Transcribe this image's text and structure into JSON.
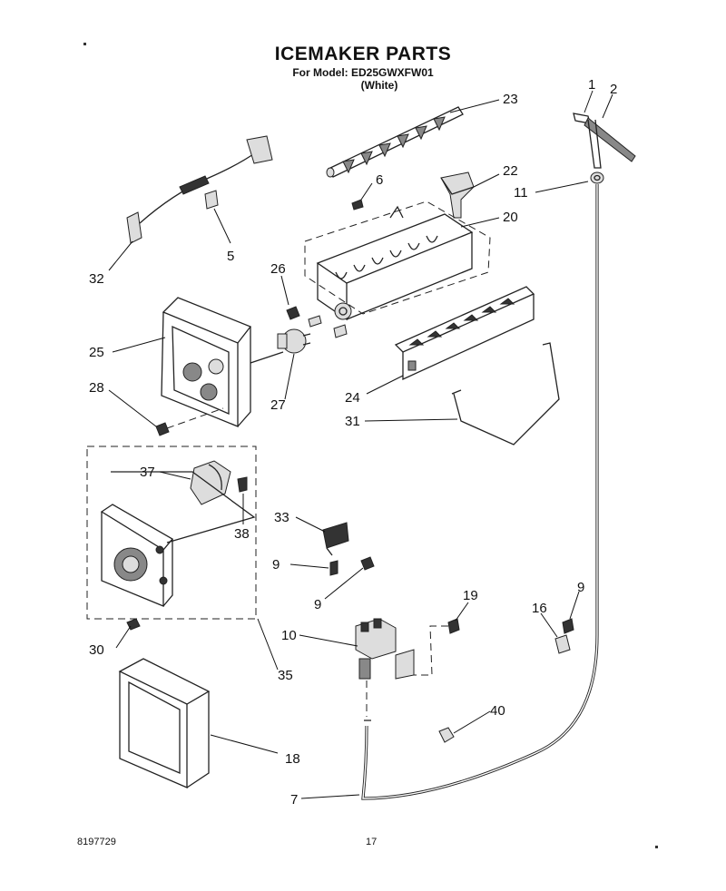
{
  "page": {
    "title": "ICEMAKER PARTS",
    "model_line": "For Model: ED25GWXFW01",
    "color_line": "(White)",
    "doc_number": "8197729",
    "page_number": "17"
  },
  "callouts": [
    {
      "id": "c1",
      "label": "1"
    },
    {
      "id": "c2",
      "label": "2"
    },
    {
      "id": "c23",
      "label": "23"
    },
    {
      "id": "c6",
      "label": "6"
    },
    {
      "id": "c22",
      "label": "22"
    },
    {
      "id": "c11",
      "label": "11"
    },
    {
      "id": "c20",
      "label": "20"
    },
    {
      "id": "c5",
      "label": "5"
    },
    {
      "id": "c32",
      "label": "32"
    },
    {
      "id": "c26",
      "label": "26"
    },
    {
      "id": "c25",
      "label": "25"
    },
    {
      "id": "c28",
      "label": "28"
    },
    {
      "id": "c27",
      "label": "27"
    },
    {
      "id": "c24",
      "label": "24"
    },
    {
      "id": "c31",
      "label": "31"
    },
    {
      "id": "c37",
      "label": "37"
    },
    {
      "id": "c38",
      "label": "38"
    },
    {
      "id": "c33",
      "label": "33"
    },
    {
      "id": "c9a",
      "label": "9"
    },
    {
      "id": "c9b",
      "label": "9"
    },
    {
      "id": "c19",
      "label": "19"
    },
    {
      "id": "c9c",
      "label": "9"
    },
    {
      "id": "c16",
      "label": "16"
    },
    {
      "id": "c10",
      "label": "10"
    },
    {
      "id": "c30",
      "label": "30"
    },
    {
      "id": "c35",
      "label": "35"
    },
    {
      "id": "c40",
      "label": "40"
    },
    {
      "id": "c18",
      "label": "18"
    },
    {
      "id": "c7",
      "label": "7"
    }
  ]
}
